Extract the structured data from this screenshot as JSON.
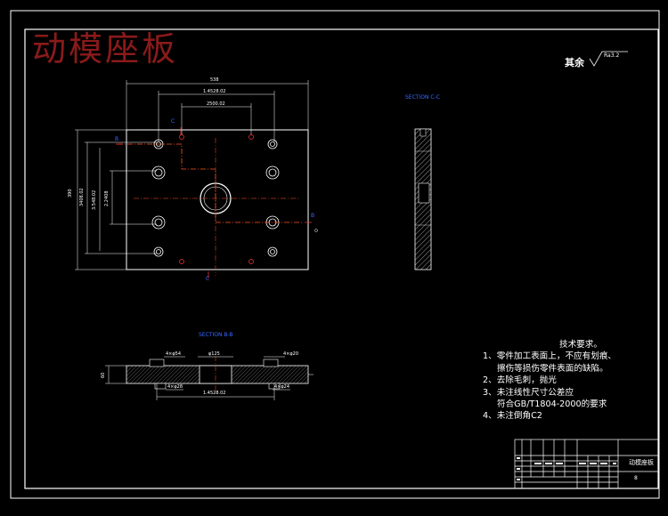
{
  "title": "动模座板",
  "surface_finish": {
    "label": "其余",
    "value": "Ra3.2"
  },
  "sections": {
    "top": "SECTION C-C",
    "bottom": "SECTION B-B"
  },
  "tech_notes": {
    "heading": "技术要求。",
    "lines": [
      "1、零件加工表面上，不应有划痕、",
      "擦伤等损伤零件表面的缺陷。",
      "2、去除毛刺，抛光",
      "3、未注线性尺寸公差应",
      "符合GB/T1804-2000的要求",
      "4、未注倒角C2"
    ]
  },
  "title_block": {
    "name": "动模座板",
    "mark": "8"
  },
  "dimensions": {
    "width": "538",
    "hole_span": "1.4528.02",
    "inner_span": "2500.02",
    "height": "390",
    "v1": "3408.02",
    "v2": "3.548.02",
    "v3": "2.2408",
    "bb_bore": "φ125",
    "bb_left_top": "4×φ54",
    "bb_right_top": "4×φ20",
    "bb_left_bot": "4×φ28",
    "bb_right_bot": "4×φ24",
    "bb_span": "1.4528.02",
    "bb_thk": "60"
  },
  "hole_labels": {
    "c_top": "C",
    "c_bot": "C",
    "b_left": "B",
    "b_right": "B"
  },
  "colors": {
    "background": "#000000",
    "line": "#ffffff",
    "title": "#8b1a1a",
    "accent": "#ff3333",
    "section": "#3a6bff",
    "hatch": "#8a8a8a"
  }
}
